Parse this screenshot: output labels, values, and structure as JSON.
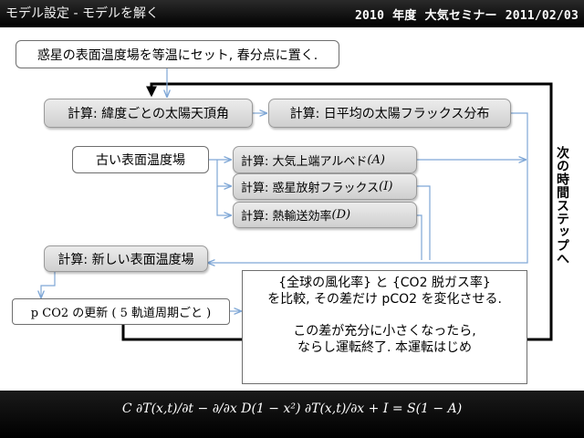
{
  "header": {
    "left_title": "モデル設定 - モデルを解く",
    "year": "2010",
    "year_suffix": "年度",
    "seminar": "大気セミナー",
    "date": "2011/02/03"
  },
  "boxes": {
    "init": "惑星の表面温度場を等温にセット, 春分点に置く.",
    "zenith": "計算: 緯度ごとの太陽天頂角",
    "flux": "計算: 日平均の太陽フラックス分布",
    "old_temp": "古い表面温度場",
    "albedo_label": "計算: 大気上端アルベド",
    "albedo_var": "(A)",
    "emission_label": "計算: 惑星放射フラックス",
    "emission_var": "(I)",
    "transport_label": "計算: 熱輸送効率",
    "transport_var": "(D)",
    "new_temp": "計算: 新しい表面温度場",
    "pco2": "p CO2 の更新 ( 5 軌道周期ごと )"
  },
  "note": {
    "line1": "{全球の風化率} と {CO2 脱ガス率}",
    "line2": "を比較, その差だけ pCO2 を変化させる.",
    "line3": "この差が充分に小さくなったら,",
    "line4": "ならし運転終了. 本運転はじめ"
  },
  "side_label": "次の時間ステップへ",
  "equation": "C ∂T(x,t)/∂t − ∂/∂x D(1 − x²) ∂T(x,t)/∂x + I = S(1 − A)",
  "colors": {
    "arrow_blue": "#7fa7d6",
    "loop_black": "#000000",
    "box_gray": "#d9d9d9"
  }
}
